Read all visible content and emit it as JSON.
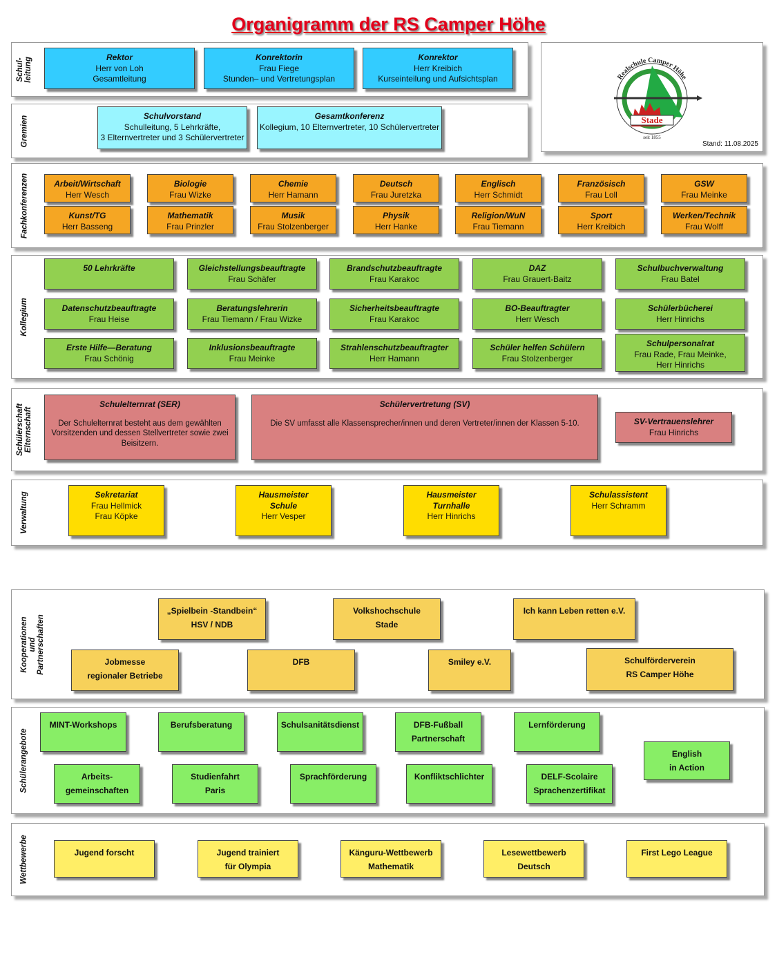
{
  "title": "Organigramm der RS Camper Höhe",
  "stand": "Stand: 11.08.2025",
  "logo": {
    "text_top": "Realschule Camper Höhe",
    "text_city": "Stade",
    "text_since": "seit 1855"
  },
  "sections": {
    "schulleitung": {
      "label": "Schul-\nleitung",
      "boxes": [
        {
          "title": "Rektor",
          "sub": "Herr von Loh\nGesamtleitung"
        },
        {
          "title": "Konrektorin",
          "sub": "Frau Fiege\nStunden– und Vertretungsplan"
        },
        {
          "title": "Konrektor",
          "sub": "Herr Kreibich\nKurseinteilung und Aufsichtsplan"
        }
      ]
    },
    "gremien": {
      "label": "Gremien",
      "boxes": [
        {
          "title": "Schulvorstand",
          "sub": "Schulleitung, 5 Lehrkräfte,\n3 Elternvertreter und 3 Schülervertreter"
        },
        {
          "title": "Gesamtkonferenz",
          "sub": "Kollegium, 10 Elternvertreter, 10 Schülervertreter"
        }
      ]
    },
    "fachkonferenzen": {
      "label": "Fachkonferenzen",
      "boxes": [
        {
          "title": "Arbeit/Wirtschaft",
          "sub": "Herr Wesch"
        },
        {
          "title": "Biologie",
          "sub": "Frau Wizke"
        },
        {
          "title": "Chemie",
          "sub": "Herr Hamann"
        },
        {
          "title": "Deutsch",
          "sub": "Frau Juretzka"
        },
        {
          "title": "Englisch",
          "sub": "Herr Schmidt"
        },
        {
          "title": "Französisch",
          "sub": "Frau Loll"
        },
        {
          "title": "GSW",
          "sub": "Frau Meinke"
        },
        {
          "title": "Kunst/TG",
          "sub": "Herr Basseng"
        },
        {
          "title": "Mathematik",
          "sub": "Frau Prinzler"
        },
        {
          "title": "Musik",
          "sub": "Frau Stolzenberger"
        },
        {
          "title": "Physik",
          "sub": "Herr Hanke"
        },
        {
          "title": "Religion/WuN",
          "sub": "Frau Tiemann"
        },
        {
          "title": "Sport",
          "sub": "Herr Kreibich"
        },
        {
          "title": "Werken/Technik",
          "sub": "Frau Wolff"
        }
      ]
    },
    "kollegium": {
      "label": "Kollegium",
      "boxes": [
        {
          "title": "50 Lehrkräfte",
          "sub": ""
        },
        {
          "title": "Gleichstellungsbeauftragte",
          "sub": "Frau Schäfer"
        },
        {
          "title": "Brandschutzbeauftragte",
          "sub": "Frau Karakoc"
        },
        {
          "title": "DAZ",
          "sub": "Frau Grauert-Baitz"
        },
        {
          "title": "Schulbuchverwaltung",
          "sub": "Frau Batel"
        },
        {
          "title": "Datenschutzbeauftragte",
          "sub": "Frau Heise"
        },
        {
          "title": "Beratungslehrerin",
          "sub": "Frau Tiemann / Frau Wizke"
        },
        {
          "title": "Sicherheitsbeauftragte",
          "sub": "Frau Karakoc"
        },
        {
          "title": "BO-Beauftragter",
          "sub": "Herr Wesch"
        },
        {
          "title": "Schülerbücherei",
          "sub": "Herr Hinrichs"
        },
        {
          "title": "Erste Hilfe—Beratung",
          "sub": "Frau Schönig"
        },
        {
          "title": "Inklusionsbeauftragte",
          "sub": "Frau Meinke"
        },
        {
          "title": "Strahlenschutzbeauftragter",
          "sub": "Herr Hamann"
        },
        {
          "title": "Schüler helfen Schülern",
          "sub": "Frau Stolzenberger"
        },
        {
          "title": "Schulpersonalrat",
          "sub": "Frau Rade, Frau Meinke,\nHerr Hinrichs"
        }
      ]
    },
    "schuelerschaft": {
      "label": "Schülerschaft\nElternschaft",
      "boxes": [
        {
          "title": "Schulelternrat (SER)",
          "sub": "Der Schulelternrat besteht aus dem gewählten Vorsitzenden und dessen Stellvertreter sowie zwei Beisitzern."
        },
        {
          "title": "Schülervertretung (SV)",
          "sub": "Die SV umfasst alle Klassensprecher/innen und deren Vertreter/innen der Klassen 5-10."
        },
        {
          "title": "SV-Vertrauenslehrer",
          "sub": "Frau Hinrichs"
        }
      ]
    },
    "verwaltung": {
      "label": "Verwaltung",
      "boxes": [
        {
          "title": "Sekretariat",
          "sub": "Frau Hellmick\nFrau Köpke"
        },
        {
          "title": "Hausmeister\nSchule",
          "sub": "Herr Vesper"
        },
        {
          "title": "Hausmeister\nTurnhalle",
          "sub": "Herr  Hinrichs"
        },
        {
          "title": "Schulassistent",
          "sub": "Herr Schramm"
        }
      ]
    },
    "kooperationen": {
      "label": "Kooperationen\nund\nPartnerschaften",
      "boxes": [
        {
          "text": "„Spielbein -Standbein“\nHSV / NDB"
        },
        {
          "text": "Volkshochschule\nStade"
        },
        {
          "text": "Ich kann Leben retten e.V."
        },
        {
          "text": "Jobmesse\nregionaler Betriebe"
        },
        {
          "text": "DFB"
        },
        {
          "text": "Smiley e.V."
        },
        {
          "text": "Schulförderverein\nRS Camper Höhe"
        }
      ]
    },
    "schuelerangebote": {
      "label": "Schülerangebote",
      "boxes": [
        {
          "text": "MINT-Workshops"
        },
        {
          "text": "Berufsberatung"
        },
        {
          "text": "Schulsanitätsdienst"
        },
        {
          "text": "DFB-Fußball\nPartnerschaft"
        },
        {
          "text": "Lernförderung"
        },
        {
          "text": "English\nin Action"
        },
        {
          "text": "Arbeits-\ngemeinschaften"
        },
        {
          "text": "Studienfahrt\nParis"
        },
        {
          "text": "Sprachförderung"
        },
        {
          "text": "Konfliktschlichter"
        },
        {
          "text": "DELF-Scolaire\nSprachenzertifikat"
        }
      ]
    },
    "wettbewerbe": {
      "label": "Wettbewerbe",
      "boxes": [
        {
          "text": "Jugend forscht"
        },
        {
          "text": "Jugend trainiert\nfür Olympia"
        },
        {
          "text": "Känguru-Wettbewerb\nMathematik"
        },
        {
          "text": "Lesewettbewerb\nDeutsch"
        },
        {
          "text": "First Lego League"
        }
      ]
    }
  }
}
